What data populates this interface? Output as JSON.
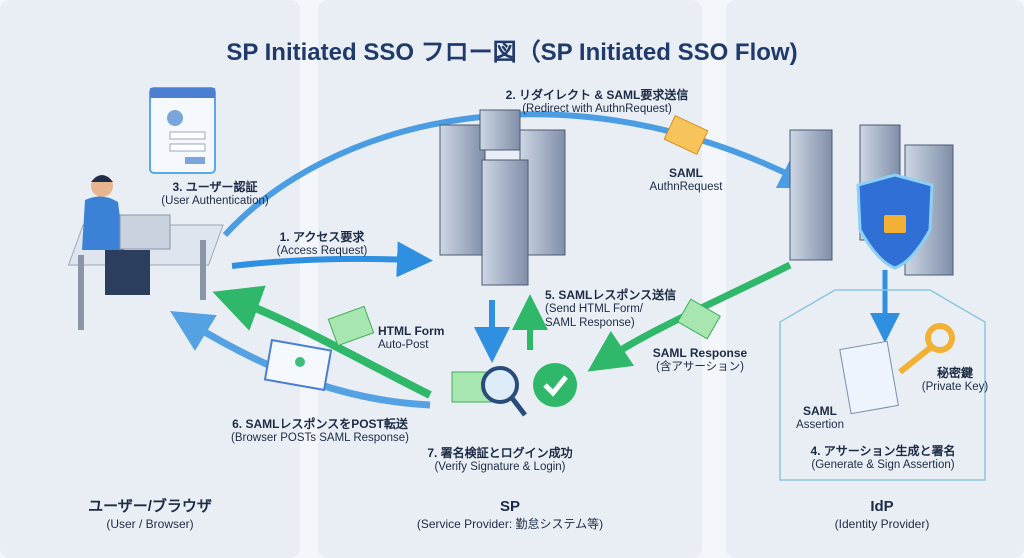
{
  "title": "SP Initiated SSO フロー図（SP Initiated SSO Flow)",
  "columns": {
    "browser": {
      "label": "ユーザー/ブラウザ",
      "sub": "(User / Browser)"
    },
    "sp": {
      "label": "SP",
      "sub": "(Service Provider: 勤怠システム等)"
    },
    "idp": {
      "label": "IdP",
      "sub": "(Identity Provider)"
    }
  },
  "steps": {
    "s1": {
      "label": "1. アクセス要求",
      "sub": "(Access Request)"
    },
    "s2": {
      "label": "2. リダイレクト & SAML要求送信",
      "sub": "(Redirect with AuthnRequest)"
    },
    "s3": {
      "label": "3. ユーザー認証",
      "sub": "(User Authentication)"
    },
    "s4": {
      "label": "4. アサーション生成と署名",
      "sub": "(Generate & Sign Assertion)"
    },
    "s5": {
      "label": "5. SAMLレスポンス送信",
      "sub1": "(Send HTML Form/",
      "sub2": "SAML Response)"
    },
    "s6": {
      "label": "6. SAMLレスポンスをPOST転送",
      "sub": "(Browser POSTs SAML Response)"
    },
    "s7": {
      "label": "7. 署名検証とログイン成功",
      "sub": "(Verify Signature & Login)"
    }
  },
  "annotations": {
    "authn_request": {
      "line1": "SAML",
      "line2": "AuthnRequest"
    },
    "html_form": {
      "line1": "HTML Form",
      "line2": "Auto-Post"
    },
    "saml_response": {
      "line1": "SAML Response",
      "line2": "(含アサーション)"
    },
    "private_key": {
      "line1": "秘密鍵",
      "line2": "(Private Key)"
    },
    "saml_assertion": {
      "line1": "SAML",
      "line2": "Assertion"
    }
  },
  "colors": {
    "title": "#1f3a6b",
    "blue_arrow": "#2f8fe0",
    "green_arrow": "#2fb86a",
    "envelope_gold": "#f2b134",
    "envelope_green": "#6fcf7f"
  }
}
